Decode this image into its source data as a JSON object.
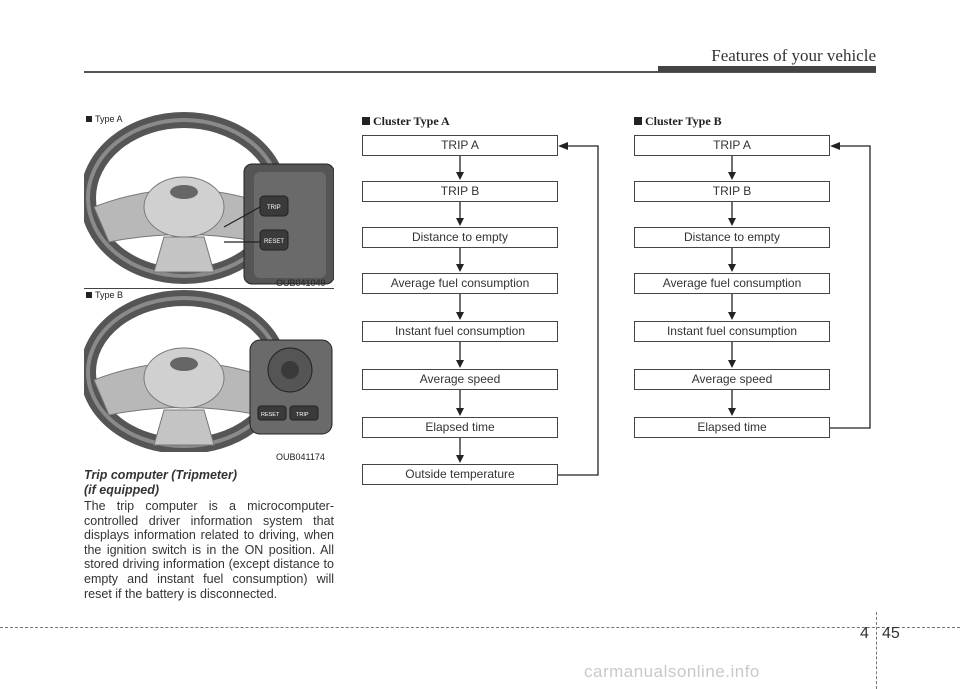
{
  "header": {
    "title": "Features of your vehicle"
  },
  "figures": [
    {
      "type_label": "Type A",
      "code": "OUB041049",
      "buttons": [
        "TRIP",
        "RESET"
      ]
    },
    {
      "type_label": "Type B",
      "code": "OUB041174",
      "buttons": [
        "RESET",
        "TRIP"
      ]
    }
  ],
  "caption": {
    "title_line1": "Trip computer (Tripmeter)",
    "title_line2": "(if equipped)",
    "body": "The trip computer is a microcomputer-controlled driver information system that displays information related to driving, when the ignition switch is in the ON position. All stored driving information (except distance to empty and instant fuel consumption) will reset if the battery is disconnected."
  },
  "cluster_a": {
    "title": "Cluster Type A",
    "items": [
      "TRIP A",
      "TRIP B",
      "Distance to empty",
      "Average fuel consumption",
      "Instant fuel consumption",
      "Average speed",
      "Elapsed time",
      "Outside temperature"
    ]
  },
  "cluster_b": {
    "title": "Cluster Type B",
    "items": [
      "TRIP A",
      "TRIP B",
      "Distance to empty",
      "Average fuel consumption",
      "Instant fuel consumption",
      "Average speed",
      "Elapsed time"
    ]
  },
  "footer": {
    "chapter": "4",
    "page": "45"
  },
  "watermark": "carmanualsonline.info"
}
